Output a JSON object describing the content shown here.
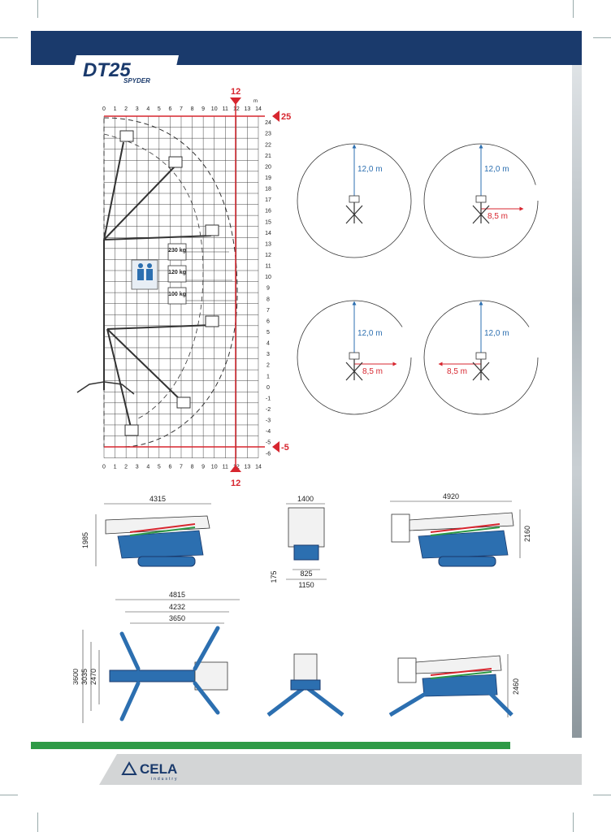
{
  "brand": {
    "model": "DT25",
    "model_sub": "SPYDER",
    "company": "CELA",
    "company_sub": "industry"
  },
  "colors": {
    "header_blue": "#1a3a6c",
    "accent_red": "#d7262f",
    "machine_blue": "#2c6fb0",
    "footer_green": "#2e9a46",
    "footer_gray": "#d3d5d6"
  },
  "work_chart": {
    "x_unit": "m",
    "x_ticks": [
      "0",
      "1",
      "2",
      "3",
      "4",
      "5",
      "6",
      "7",
      "8",
      "9",
      "10",
      "11",
      "12",
      "13",
      "14"
    ],
    "y_ticks": [
      "24",
      "23",
      "22",
      "21",
      "20",
      "19",
      "18",
      "17",
      "16",
      "15",
      "14",
      "13",
      "12",
      "11",
      "10",
      "9",
      "8",
      "7",
      "6",
      "5",
      "4",
      "3",
      "2",
      "1",
      "0",
      "-1",
      "-2",
      "-3",
      "-4",
      "-5",
      "-6"
    ],
    "max_height_label": "25",
    "min_height_label": "-5",
    "max_reach_label_top": "12",
    "max_reach_label_bottom": "12",
    "loads": [
      "230 kg",
      "120 kg",
      "100 kg"
    ]
  },
  "reach_diagrams": [
    {
      "radius_label": "12,0 m",
      "side_label": ""
    },
    {
      "radius_label": "12,0 m",
      "side_label": "8,5 m"
    },
    {
      "radius_label": "12,0 m",
      "side_label": "8,5 m"
    },
    {
      "radius_label": "12,0 m",
      "side_label": "8,5 m"
    }
  ],
  "dimensions": {
    "side_length": "4315",
    "side_height": "1985",
    "front_width": "1400",
    "front_track_inner": "825",
    "front_track_outer": "1150",
    "front_ground": "175",
    "side2_length": "4920",
    "side2_height": "2160",
    "top_w1": "4815",
    "top_w2": "4232",
    "top_w3": "3650",
    "top_h1": "3600",
    "top_h2": "3035",
    "top_h3": "2470",
    "side3_height": "2460"
  }
}
